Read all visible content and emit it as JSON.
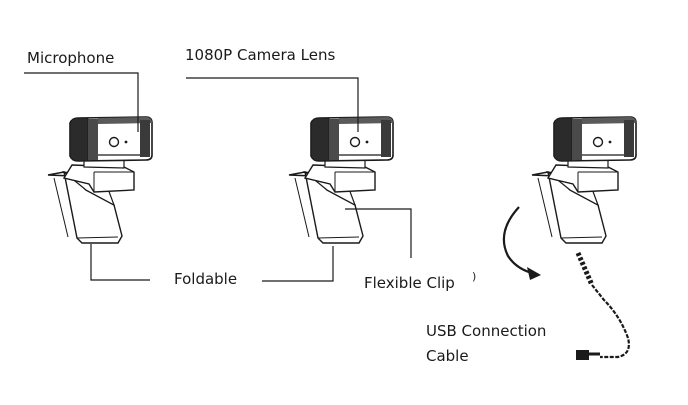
{
  "labels": {
    "microphone": "Microphone",
    "lens": "1080P Camera Lens",
    "foldable": "Foldable",
    "flexible_clip": "Flexible Clip",
    "usb_line1": "USB Connection",
    "usb_line2": "Cable"
  },
  "colors": {
    "line": "#1a1a1a",
    "body_fill": "#ffffff",
    "lens_face": "#2b2b2b"
  }
}
